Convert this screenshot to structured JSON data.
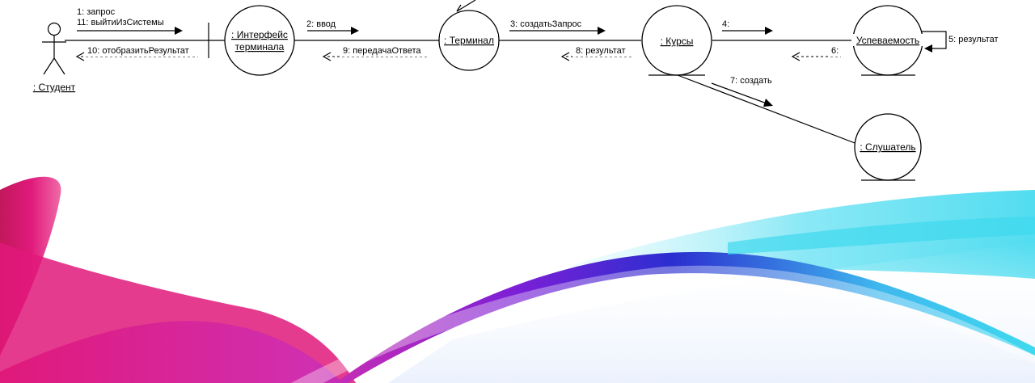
{
  "objects": {
    "student": ": Студент",
    "interface_line1": ": Интерфейс",
    "interface_line2": "терминала",
    "terminal": ": Терминал",
    "courses": ": Курсы",
    "progress": "Успеваемость",
    "listener": ": Слушатель"
  },
  "messages": {
    "m1": "1: запрос",
    "m11": "11: выйтиИзСистемы",
    "m10": "10: отобразитьРезультат",
    "m2": "2: ввод",
    "m9": "9: передачаОтвета",
    "m3": "3: создатьЗапрос",
    "m8": "8: результат",
    "m4": "4:",
    "m6": "6:",
    "m5": "5: результат",
    "m7": "7: создать"
  },
  "colors": {
    "line": "#000000",
    "magenta": "#e0197a",
    "crimson": "#c2185b",
    "purple": "#7b1fd6",
    "blue": "#2b2fd0",
    "cyan": "#3fd9ee",
    "light_cyan": "#bff4fb"
  }
}
